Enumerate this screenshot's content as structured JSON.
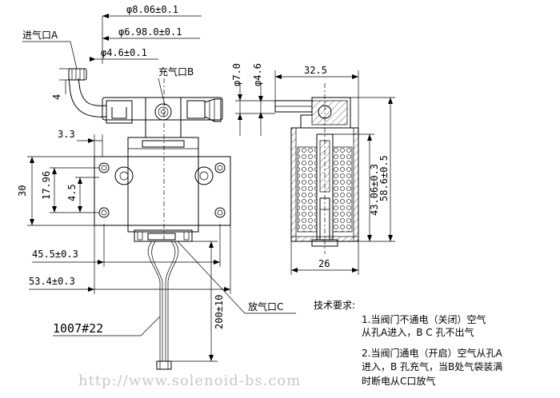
{
  "dimensions": {
    "d_8_06": "φ8.06±0.1",
    "d_6_98": "φ6.98.0±0.1",
    "d_4_6": "φ4.6±0.1",
    "dim_4": "4",
    "dim_3_3": "3.3",
    "dim_30": "30",
    "dim_17_96": "17.96",
    "dim_4_5": "4.5",
    "dim_45_5": "45.5±0.3",
    "dim_53_4": "53.4±0.3",
    "dim_200": "200±10",
    "side_d7": "φ7.0",
    "side_d4_6": "φ4.6",
    "side_32_5": "32.5",
    "side_58_6": "58.6±0.5",
    "side_43_06": "43.06±0.3",
    "side_26": "26"
  },
  "labels": {
    "inlet_a": "进气口A",
    "charge_b": "充气口B",
    "exhaust_c": "放气口C",
    "wire_spec": "1007#22"
  },
  "notes": {
    "title": "技术要求:",
    "line1": "1.当阀门不通电（关闭）空气",
    "line2": "从孔A进入，B C 孔不出气",
    "line3": "2.当阀门通电（开启）空气从孔A",
    "line4": "进入，B 孔充气，当B处气袋装满",
    "line5": "时断电从C口放气"
  },
  "watermark": "http://www.solenoid-bs.com"
}
